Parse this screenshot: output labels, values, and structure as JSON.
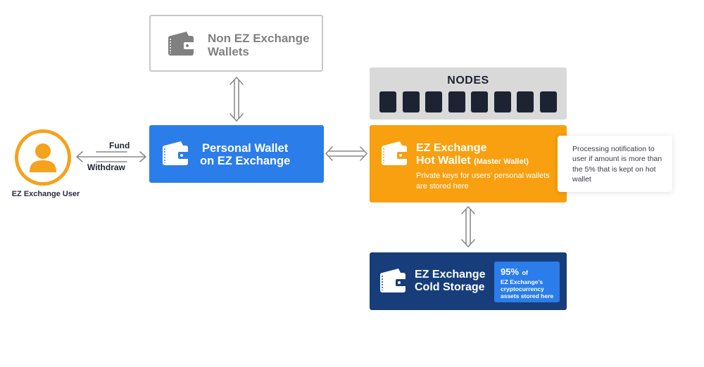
{
  "user": {
    "label": "EZ Exchange User"
  },
  "edges": {
    "fund": "Fund",
    "withdraw": "Withdraw"
  },
  "non_ez_wallets": {
    "title_line1": "Non EZ Exchange",
    "title_line2": "Wallets"
  },
  "personal_wallet": {
    "title_line1": "Personal Wallet",
    "title_line2": "on EZ Exchange"
  },
  "nodes": {
    "title": "NODES",
    "count": 8
  },
  "hot_wallet": {
    "title_line1": "EZ Exchange",
    "title_line2": "Hot Wallet",
    "title_suffix": "(Master Wallet)",
    "description": "Private keys for users’ personal wallets are stored here"
  },
  "notification": {
    "text": "Processing notification to user if amount is more than the 5% that is kept on hot wallet"
  },
  "cold_storage": {
    "title_line1": "EZ Exchange",
    "title_line2": "Cold Storage",
    "badge_percent": "95%",
    "badge_of": "of",
    "badge_text": "EZ Exchange’s cryptocurrency assets stored here"
  },
  "colors": {
    "user_orange": "#F5A21C",
    "personal_blue": "#2B7DE9",
    "hot_orange": "#F8A00F",
    "cold_navy": "#173E7A",
    "nodes_gray": "#D9D9D9",
    "node_dark": "#1e2333",
    "arrow_gray": "#8a8a8a"
  },
  "icons": {
    "user": "user-icon",
    "wallet": "wallet-icon"
  }
}
